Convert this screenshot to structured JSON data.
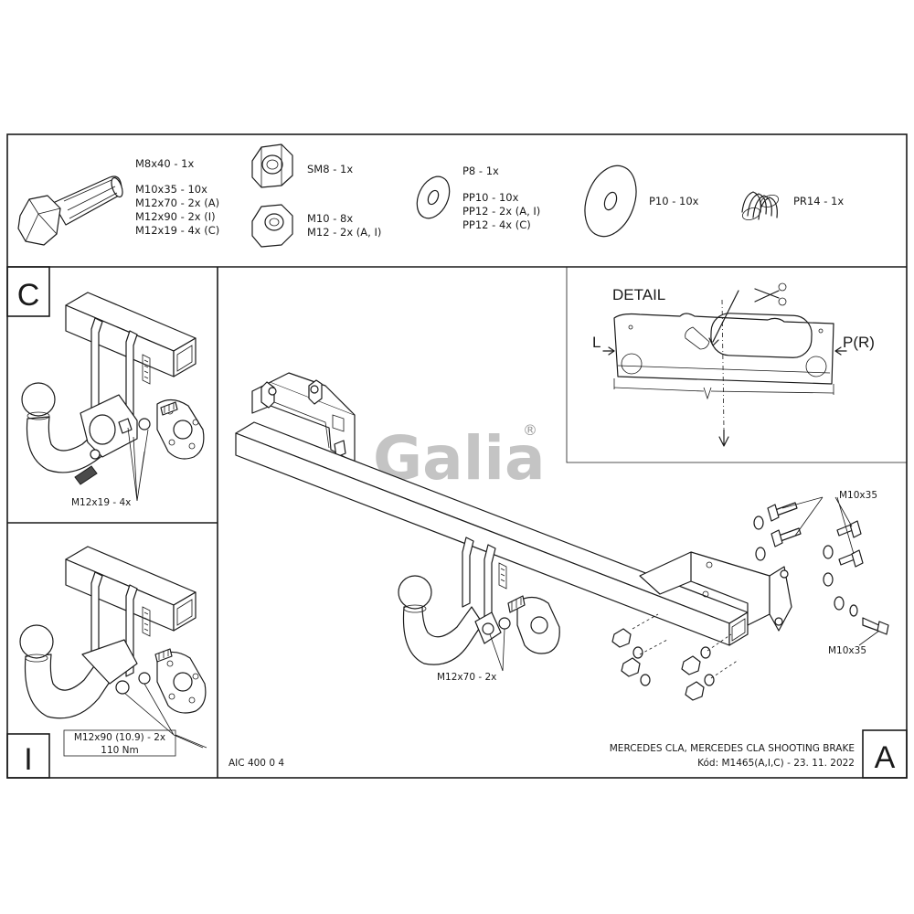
{
  "parts": {
    "bolt_title": "M8x40 - 1x",
    "bolt_lines": [
      "M10x35 - 10x",
      "M12x70 - 2x (A)",
      "M12x90 - 2x (I)",
      "M12x19 - 4x (C)"
    ],
    "locknut": "SM8 - 1x",
    "nut_lines": [
      "M10 - 8x",
      "M12 - 2x (A, I)"
    ],
    "small_washer_title": "P8 - 1x",
    "small_washer_lines": [
      "PP10 - 10x",
      "PP12 - 2x (A, I)",
      "PP12 - 4x (C)"
    ],
    "big_washer": "P10 - 10x",
    "spring": "PR14 - 1x"
  },
  "panel_c": {
    "letter": "C",
    "bolt_callout": "M12x19 - 4x"
  },
  "panel_i": {
    "letter": "I",
    "bolt_callout_1": "M12x90 (10.9) - 2x",
    "bolt_callout_2": "110 Nm"
  },
  "panel_a": {
    "letter": "A",
    "code": "AIC 400 0 4",
    "bolt_callout_main": "M12x70 - 2x",
    "bolt_callout_top": "M10x35",
    "bolt_callout_bottom": "M10x35",
    "vehicle": "MERCEDES CLA, MERCEDES CLA SHOOTING BRAKE",
    "kod": "Kód: M1465(A,I,C) - 23. 11. 2022"
  },
  "detail": {
    "title": "DETAIL",
    "left": "L",
    "right": "P(R)"
  },
  "logo": {
    "text": "Galia",
    "mark": "®"
  }
}
